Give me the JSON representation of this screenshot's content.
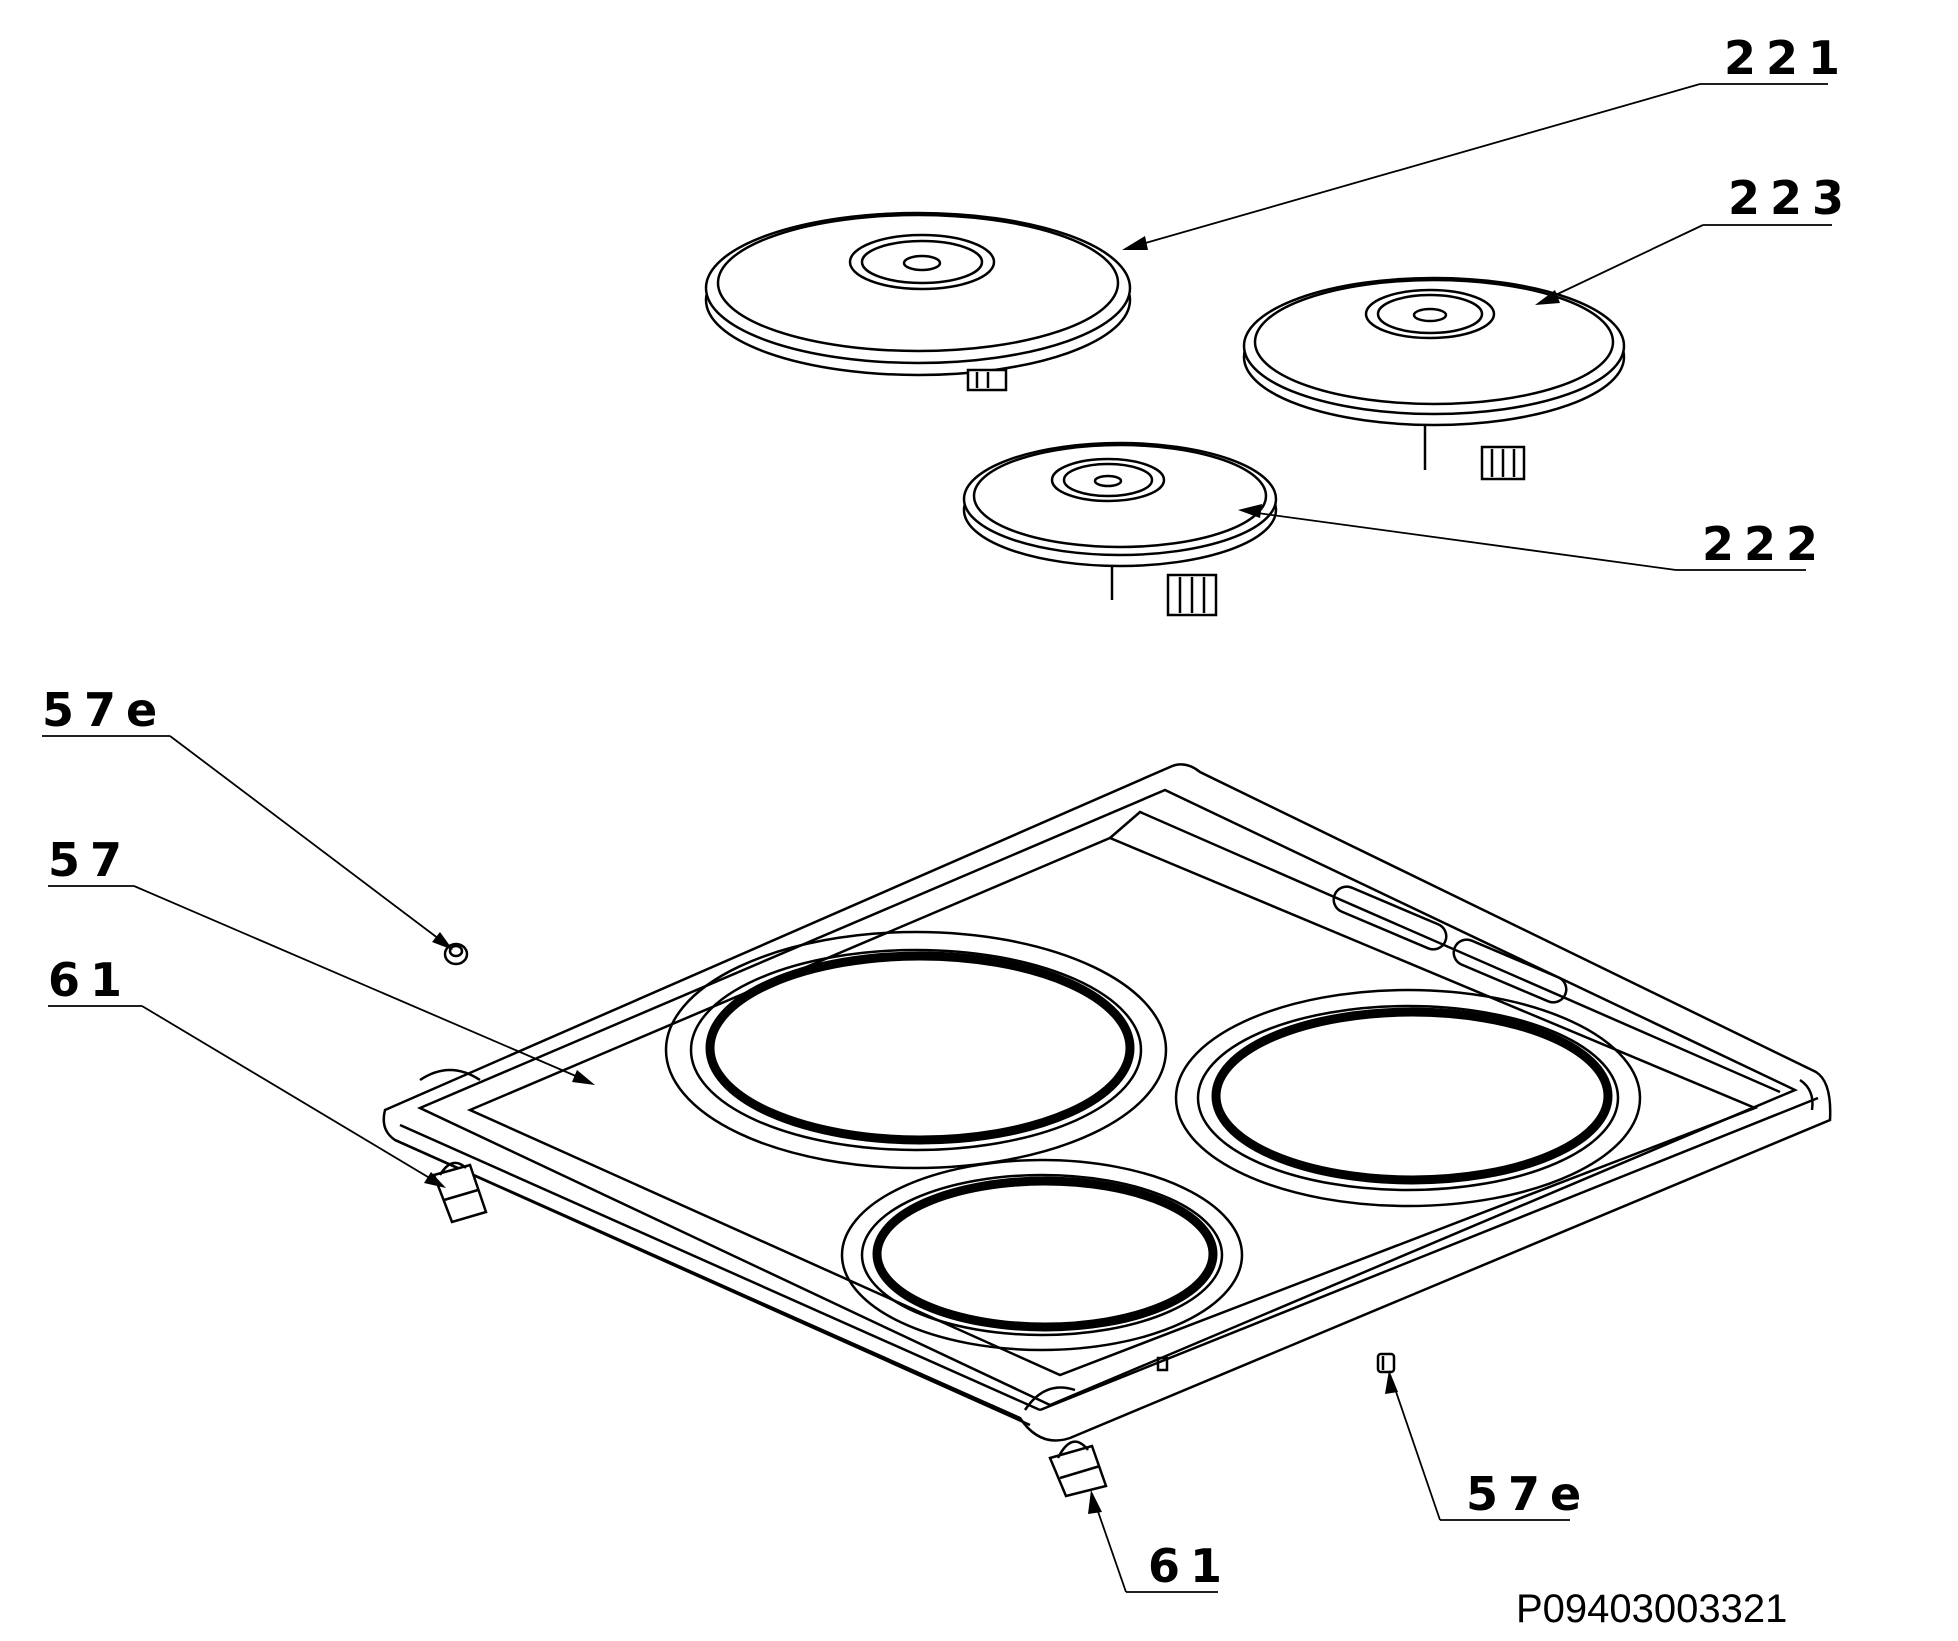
{
  "labels": {
    "p221": "221",
    "p223": "223",
    "p222": "222",
    "p57e_top": "57e",
    "p57": "57",
    "p61_left": "61",
    "p57e_bottom": "57e",
    "p61_bottom": "61"
  },
  "drawing_reference": "P09403003321"
}
